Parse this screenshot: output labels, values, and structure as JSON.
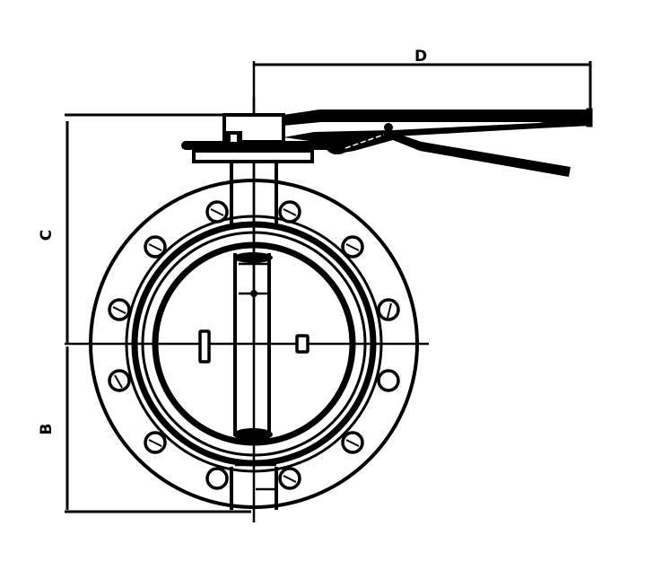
{
  "drawing": {
    "subject": "Butterfly valve with lever handle",
    "view": "front elevation",
    "line_color": "#000000",
    "background_color": "#ffffff"
  },
  "dimensions": {
    "D": {
      "label": "D",
      "description": "handle length from stem centerline"
    },
    "C": {
      "label": "C",
      "description": "height from centerline to top of operator"
    },
    "B": {
      "label": "B",
      "description": "height from centerline to bottom of body"
    }
  },
  "components": {
    "bolt_holes": 12,
    "disc_lugs": 2,
    "handle": "lever with latch",
    "flange": "circular with bolt circle"
  }
}
